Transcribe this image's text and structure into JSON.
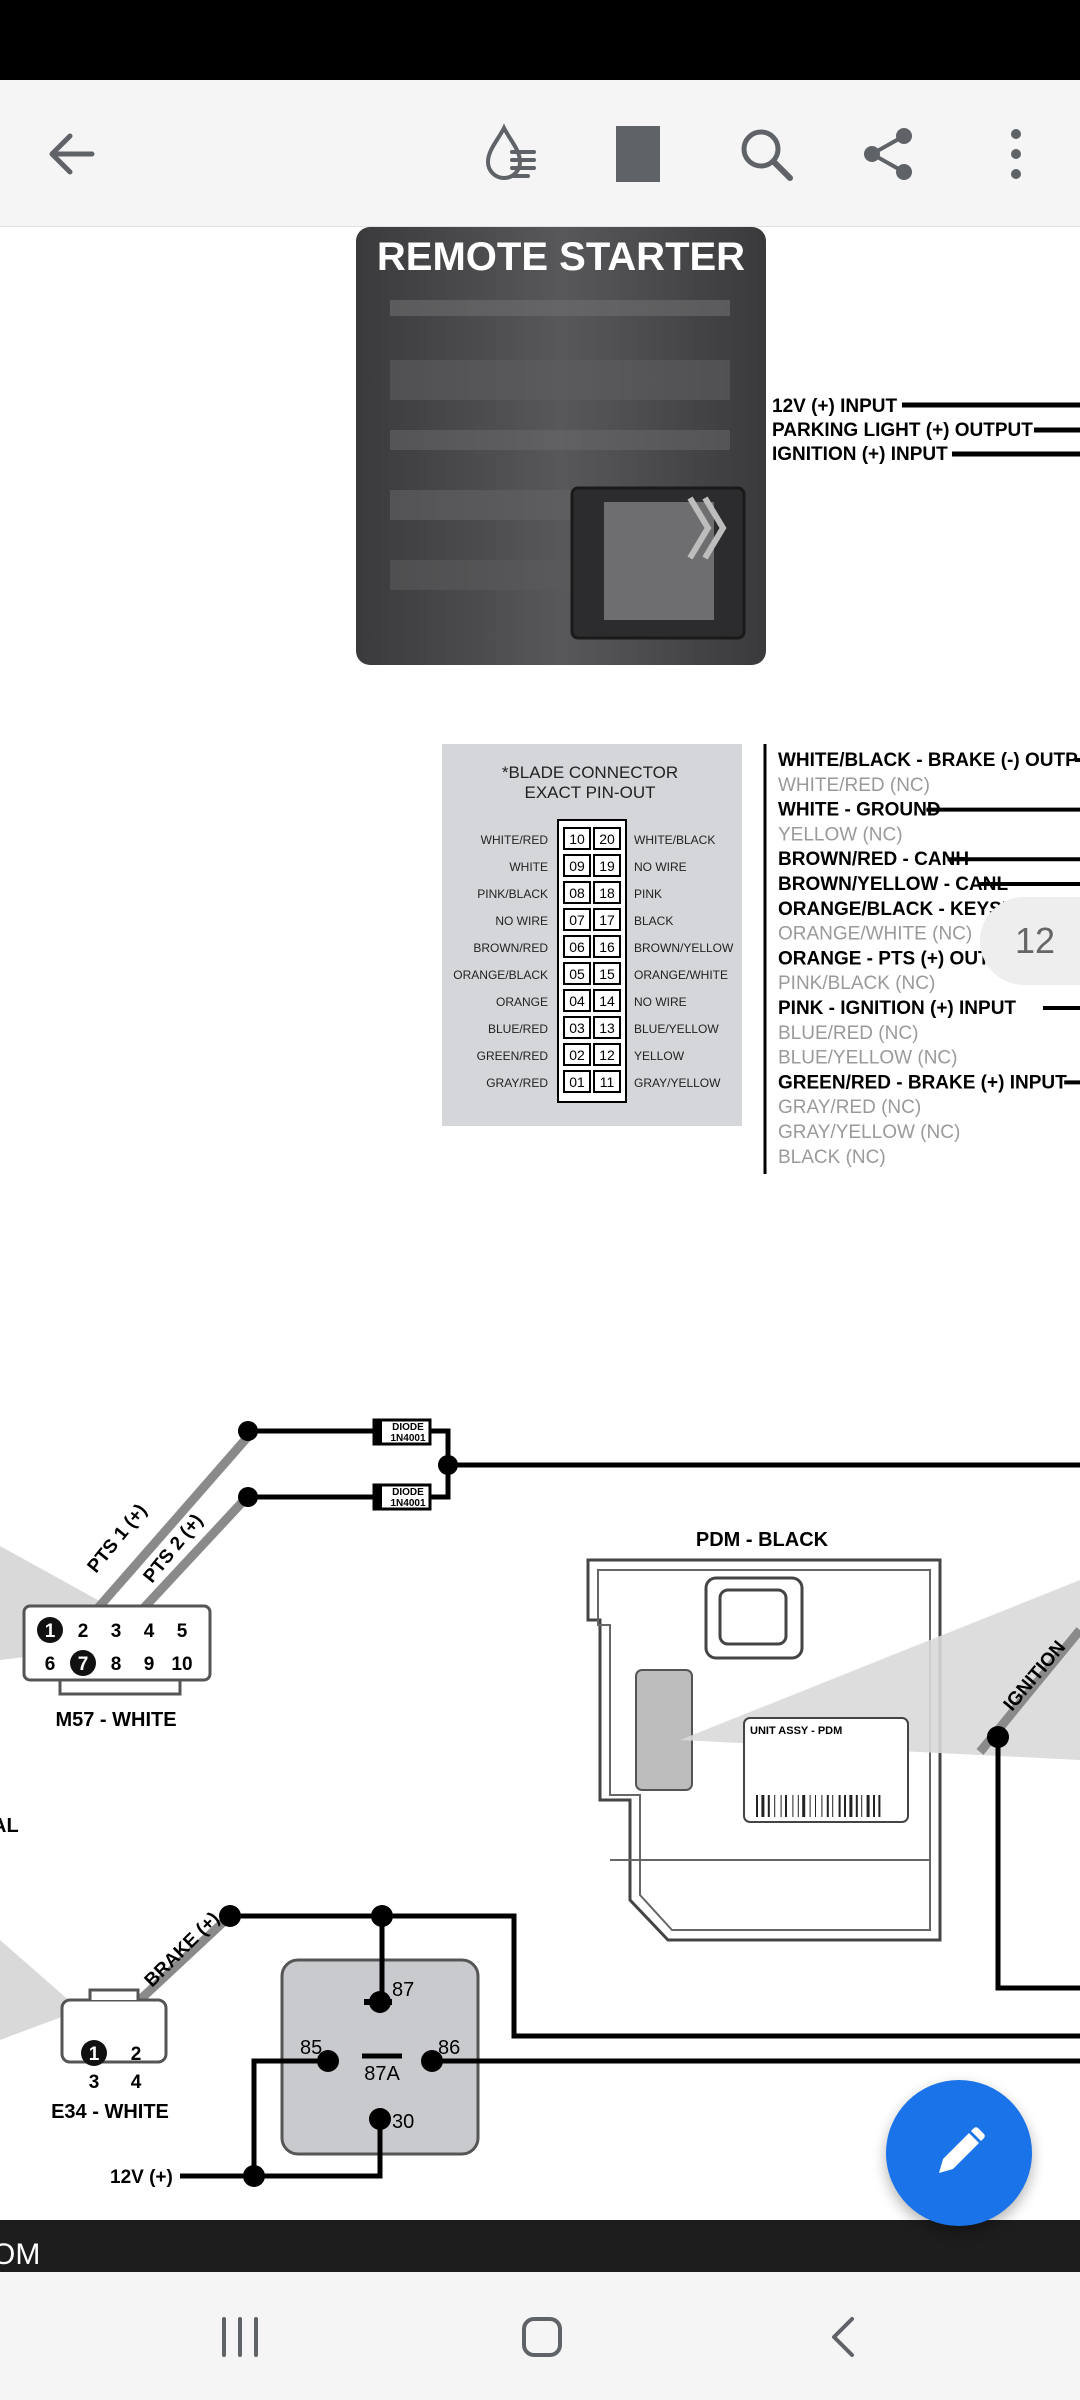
{
  "toolbar": {
    "back_icon": "arrow-left-icon",
    "reading_mode_icon": "drop-lines-icon",
    "bookmark_icon": "page-bookmark-icon",
    "search_icon": "magnifier-icon",
    "share_icon": "share-icon",
    "more_icon": "kebab-menu-icon"
  },
  "page_number": "12",
  "diagram": {
    "starter_title": "REMOTE STARTER",
    "starter_outputs": [
      "12V (+) INPUT",
      "PARKING LIGHT (+) OUTPUT",
      "IGNITION (+) INPUT"
    ],
    "blade_title_1": "*BLADE CONNECTOR",
    "blade_title_2": "EXACT PIN-OUT",
    "blade_rows": [
      {
        "left": "WHITE/RED",
        "a": "10",
        "b": "20",
        "right": "WHITE/BLACK"
      },
      {
        "left": "WHITE",
        "a": "09",
        "b": "19",
        "right": "NO WIRE"
      },
      {
        "left": "PINK/BLACK",
        "a": "08",
        "b": "18",
        "right": "PINK"
      },
      {
        "left": "NO WIRE",
        "a": "07",
        "b": "17",
        "right": "BLACK"
      },
      {
        "left": "BROWN/RED",
        "a": "06",
        "b": "16",
        "right": "BROWN/YELLOW"
      },
      {
        "left": "ORANGE/BLACK",
        "a": "05",
        "b": "15",
        "right": "ORANGE/WHITE"
      },
      {
        "left": "ORANGE",
        "a": "04",
        "b": "14",
        "right": "NO WIRE"
      },
      {
        "left": "BLUE/RED",
        "a": "03",
        "b": "13",
        "right": "BLUE/YELLOW"
      },
      {
        "left": "GREEN/RED",
        "a": "02",
        "b": "12",
        "right": "YELLOW"
      },
      {
        "left": "GRAY/RED",
        "a": "01",
        "b": "11",
        "right": "GRAY/YELLOW"
      }
    ],
    "wire_list": [
      {
        "text": "WHITE/BLACK - BRAKE (-) OUTP",
        "active": true
      },
      {
        "text": "WHITE/RED (NC)",
        "active": false
      },
      {
        "text": "WHITE - GROUND",
        "active": true
      },
      {
        "text": "YELLOW (NC)",
        "active": false
      },
      {
        "text": "BROWN/RED - CANH",
        "active": true
      },
      {
        "text": "BROWN/YELLOW - CANL",
        "active": true
      },
      {
        "text": "ORANGE/BLACK - KEYSENSE (-)",
        "active": true
      },
      {
        "text": "ORANGE/WHITE (NC)",
        "active": false
      },
      {
        "text": "ORANGE - PTS (+) OUTPUT",
        "active": true
      },
      {
        "text": "PINK/BLACK (NC)",
        "active": false
      },
      {
        "text": "PINK - IGNITION (+) INPUT",
        "active": true
      },
      {
        "text": "BLUE/RED (NC)",
        "active": false
      },
      {
        "text": "BLUE/YELLOW (NC)",
        "active": false
      },
      {
        "text": "GREEN/RED - BRAKE (+) INPUT",
        "active": true
      },
      {
        "text": "GRAY/RED (NC)",
        "active": false
      },
      {
        "text": "GRAY/YELLOW (NC)",
        "active": false
      },
      {
        "text": "BLACK (NC)",
        "active": false
      }
    ],
    "diode_label": "DIODE",
    "diode_part": "1N4001",
    "pts1_label": "PTS 1 (+)",
    "pts2_label": "PTS 2 (+)",
    "m57_pins": [
      "1",
      "2",
      "3",
      "4",
      "5",
      "6",
      "7",
      "8",
      "9",
      "10"
    ],
    "m57_label": "M57 - WHITE",
    "pdm_label": "PDM - BLACK",
    "pdm_unit_label": "UNIT ASSY - PDM",
    "ignition_label": "IGNITION",
    "left_cut_label": "AL",
    "brake_label": "BRAKE (+)",
    "e34_pins": [
      "1",
      "2",
      "3",
      "4"
    ],
    "e34_label": "E34 - WHITE",
    "relay_pins": {
      "p87": "87",
      "p85": "85",
      "p86": "86",
      "p87a": "87A",
      "p30": "30"
    },
    "v12_label": "12V (+)"
  },
  "footer_text": "OM",
  "fab_icon": "pencil-icon",
  "nav": {
    "recents_icon": "recents-icon",
    "home_icon": "home-icon",
    "back_icon": "nav-back-icon"
  }
}
